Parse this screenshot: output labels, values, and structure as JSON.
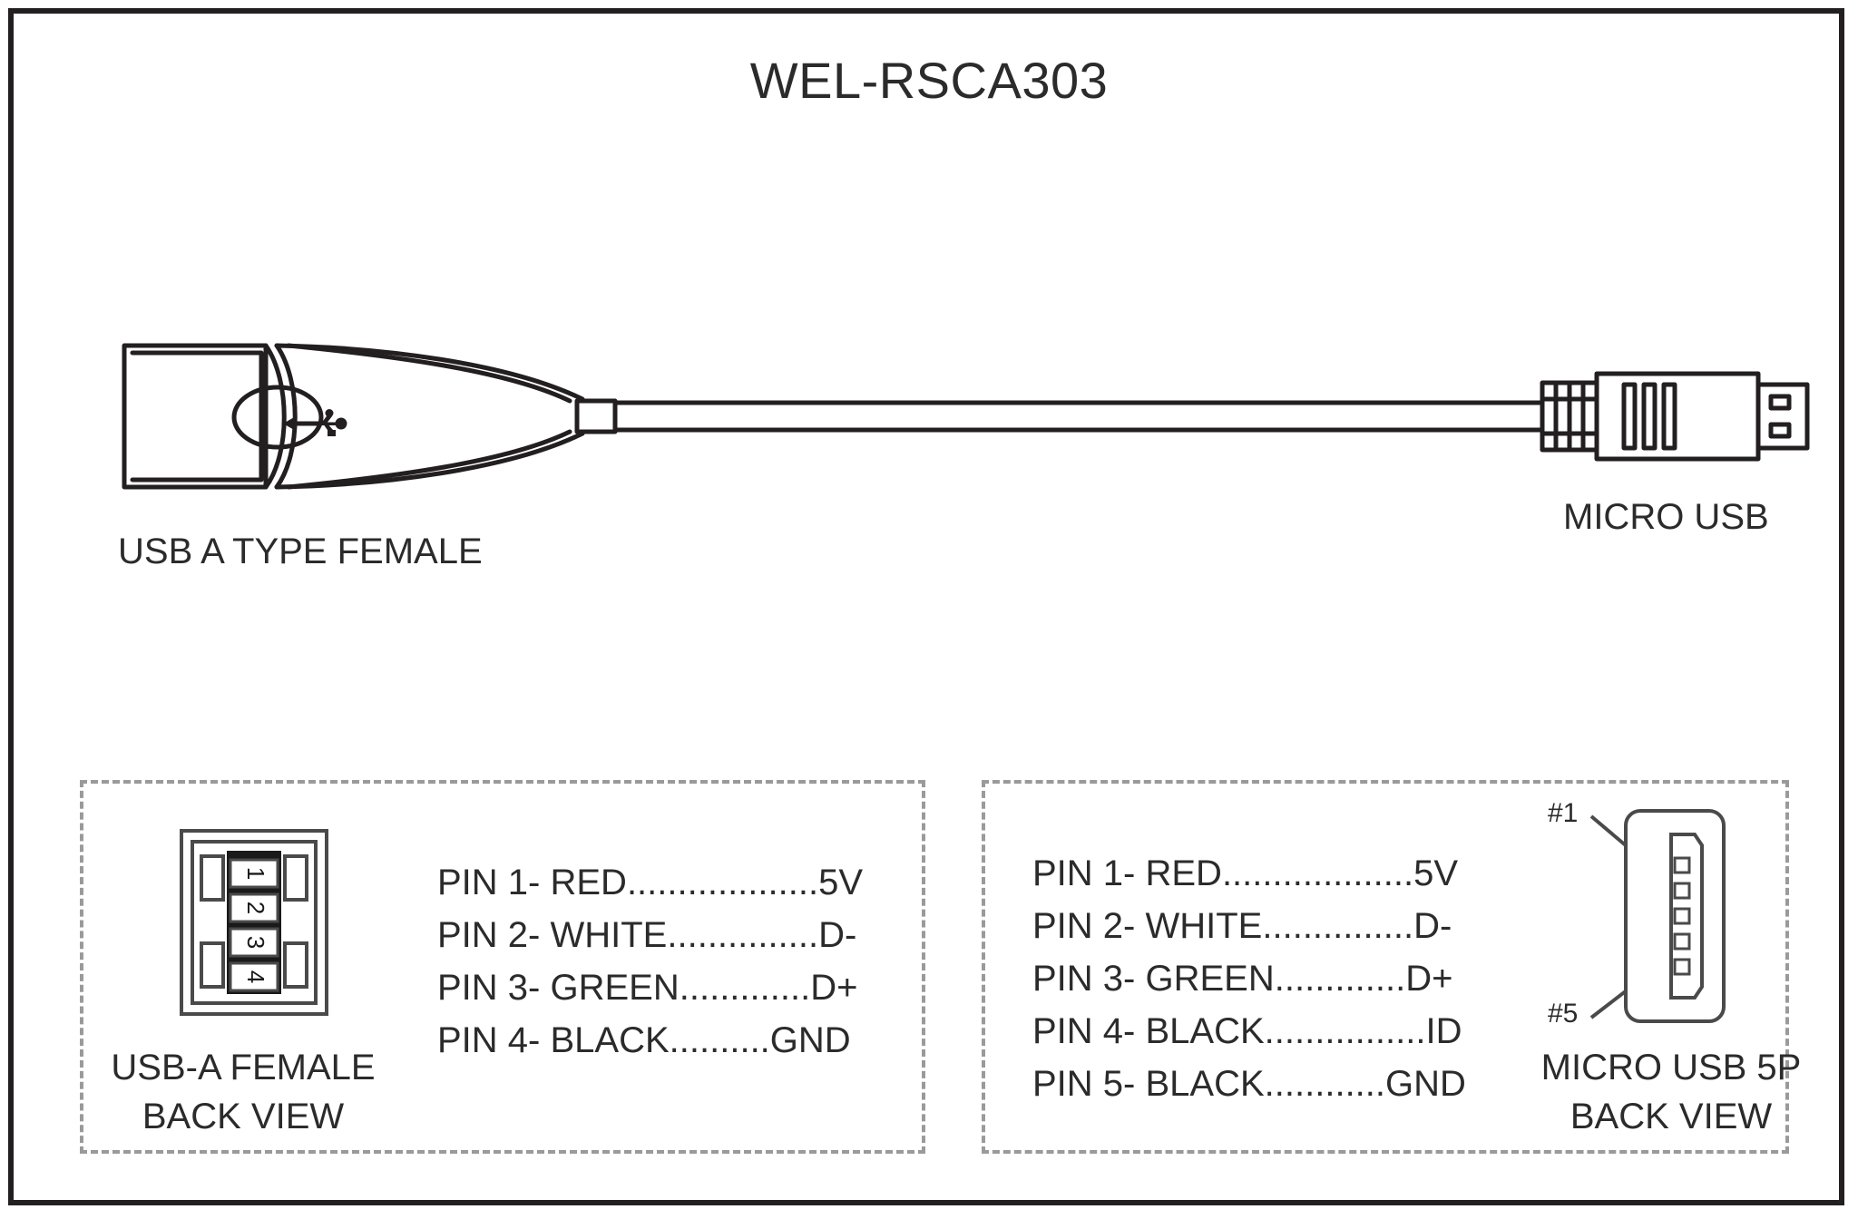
{
  "document": {
    "title": "WEL-RSCA303",
    "background_color": "#ffffff",
    "border_color": "#231f20",
    "panel_border_color": "#9a9a9a",
    "line_color": "#231f20"
  },
  "assembly": {
    "left_connector_label": "USB A TYPE FEMALE",
    "right_connector_label": "MICRO USB",
    "left_connector_icon": "usb-trident-icon",
    "cable": "flat-cable"
  },
  "panels": [
    {
      "id": "usb-a-female",
      "caption_line1": "USB-A FEMALE",
      "caption_line2": "BACK VIEW",
      "connector_pin_numbers": [
        "1",
        "2",
        "3",
        "4"
      ],
      "pins": [
        {
          "pin": "PIN 1-",
          "color": "RED",
          "dots": "...................",
          "signal": "5V"
        },
        {
          "pin": "PIN 2-",
          "color": "WHITE",
          "dots": "...............",
          "signal": "D-"
        },
        {
          "pin": "PIN 3-",
          "color": "GREEN",
          "dots": ".............",
          "signal": "D+"
        },
        {
          "pin": "PIN 4-",
          "color": "BLACK",
          "dots": "..........",
          "signal": "GND"
        }
      ]
    },
    {
      "id": "micro-usb-5p",
      "caption_line1": "MICRO USB 5P",
      "caption_line2": "BACK VIEW",
      "callout_top": "#1",
      "callout_bottom": "#5",
      "pins": [
        {
          "pin": "PIN 1-",
          "color": "RED",
          "dots": "...................",
          "signal": "5V"
        },
        {
          "pin": "PIN 2-",
          "color": "WHITE",
          "dots": "...............",
          "signal": "D-"
        },
        {
          "pin": "PIN 3-",
          "color": "GREEN",
          "dots": ".............",
          "signal": "D+"
        },
        {
          "pin": "PIN 4-",
          "color": "BLACK",
          "dots": "................",
          "signal": "ID"
        },
        {
          "pin": "PIN 5-",
          "color": "BLACK",
          "dots": "............",
          "signal": "GND"
        }
      ]
    }
  ]
}
